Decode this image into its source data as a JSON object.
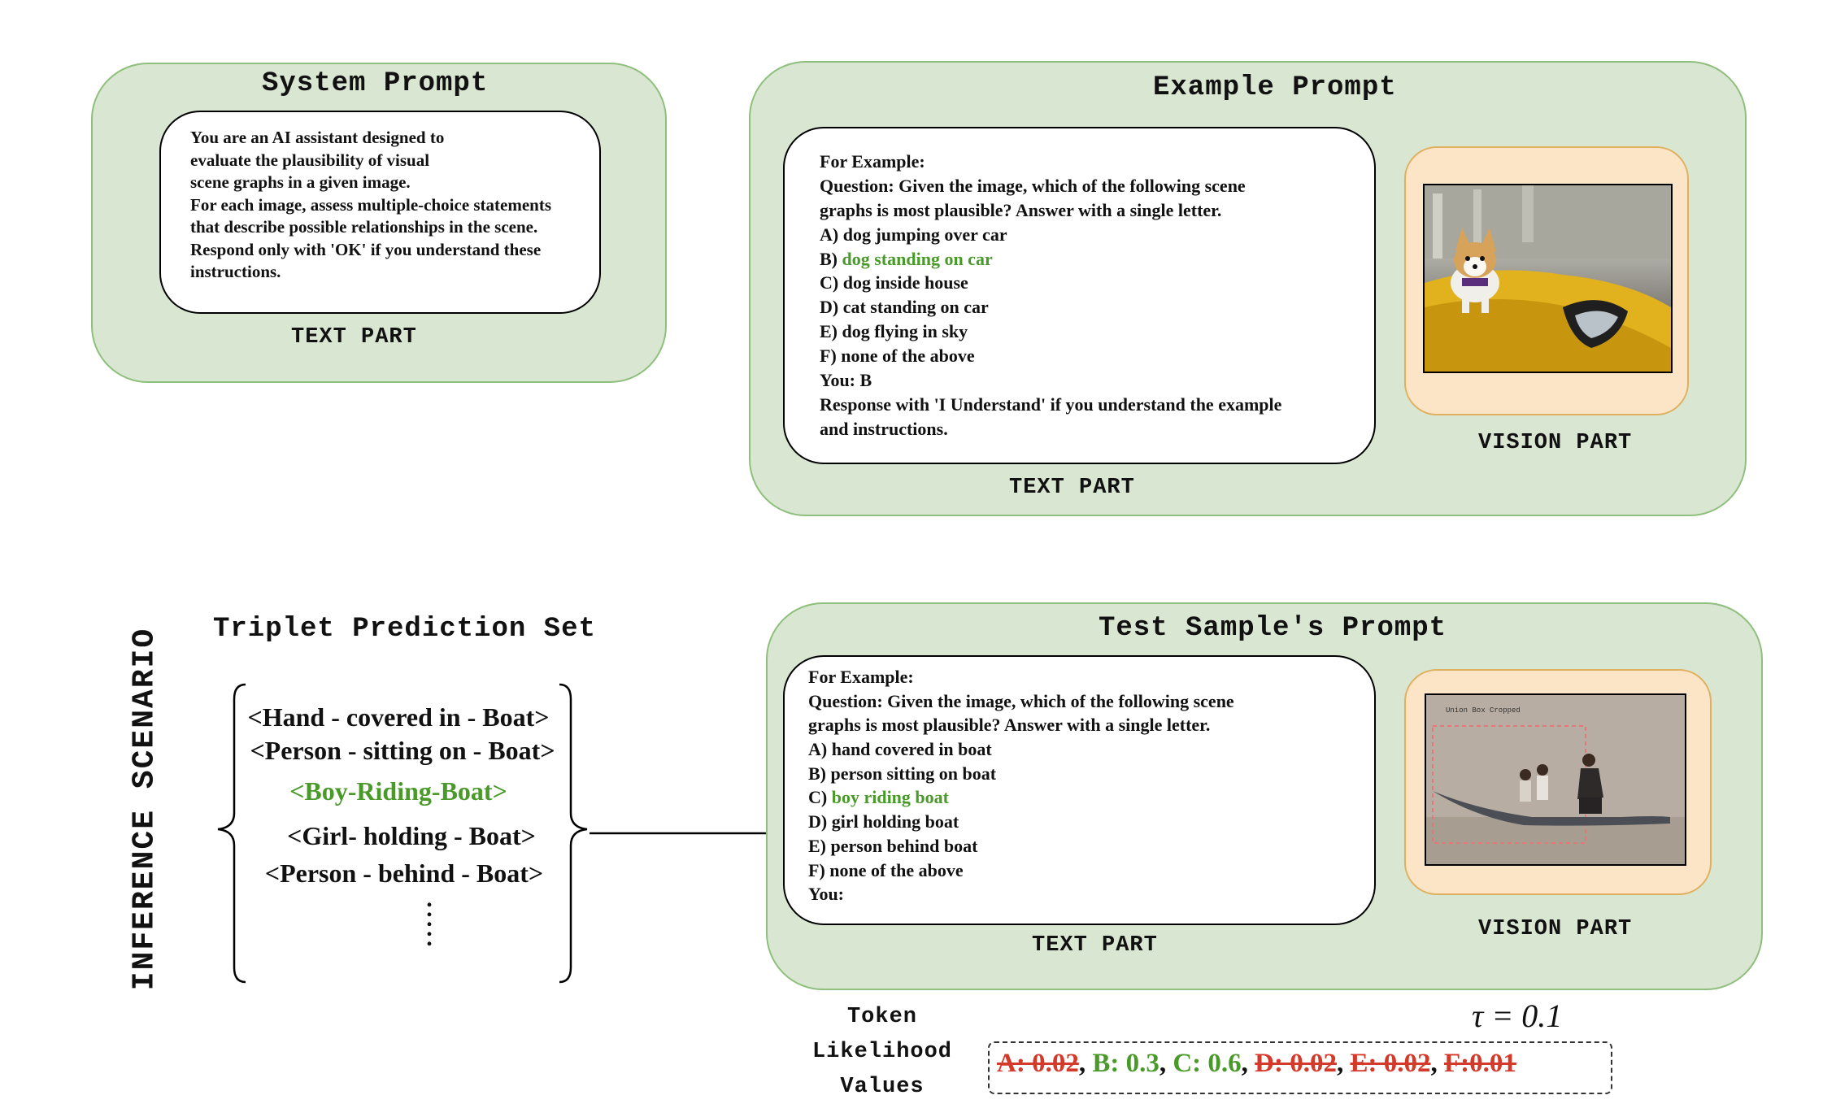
{
  "system_prompt": {
    "title": "System Prompt",
    "lines": [
      "You are an AI assistant designed to",
      "evaluate the plausibility of visual",
      "scene graphs in a given image.",
      "For each image, assess multiple-choice statements",
      "that describe possible relationships in the scene.",
      "Respond only with 'OK' if you understand these",
      "instructions."
    ],
    "text_part_label": "TEXT PART"
  },
  "example_prompt": {
    "title": "Example Prompt",
    "lines": [
      "For Example:",
      "Question: Given the image, which of the following scene",
      "graphs is most plausible? Answer with a single letter.",
      "A) dog jumping over car"
    ],
    "option_b_prefix": "B) ",
    "option_b_text": "dog standing on car",
    "lines_after": [
      "C) dog inside house",
      "D) cat standing on car",
      "E) dog flying in sky",
      "F) none of the above",
      "You: B",
      "Response with 'I Understand' if you understand the example",
      "and instructions."
    ],
    "text_part_label": "TEXT PART",
    "vision_part_label": "VISION PART"
  },
  "inference": {
    "side_label": "INFERENCE SCENARIO",
    "triplet_set_title": "Triplet Prediction Set",
    "triplets": [
      "<Hand - covered in - Boat>",
      "<Person - sitting on - Boat>",
      "<Boy-Riding-Boat>",
      "<Girl- holding - Boat>",
      "<Person - behind - Boat>"
    ],
    "ellipsis": ". . . . ."
  },
  "test_prompt": {
    "title": "Test Sample's Prompt",
    "lines": [
      "For Example:",
      "Question: Given the image, which of the following scene",
      "graphs is most plausible? Answer with a single letter.",
      "A) hand covered in boat",
      "B) person sitting on boat"
    ],
    "option_c_prefix": "C) ",
    "option_c_text": "boy riding boat",
    "lines_after": [
      "D) girl holding boat",
      "E) person behind boat",
      "F) none of the above",
      "You:"
    ],
    "image_caption": "Union Box Cropped",
    "text_part_label": "TEXT PART",
    "vision_part_label": "VISION PART"
  },
  "likelihood": {
    "label_lines": [
      "Token",
      "Likelihood",
      "Values"
    ],
    "tau": "τ = 0.1",
    "values": [
      {
        "text": "A: 0.02",
        "status": "rejected"
      },
      {
        "text": "B: 0.3",
        "status": "accepted"
      },
      {
        "text": "C: 0.6",
        "status": "accepted"
      },
      {
        "text": "D: 0.02",
        "status": "rejected"
      },
      {
        "text": "E: 0.02",
        "status": "rejected"
      },
      {
        "text": "F:0.01",
        "status": "rejected"
      }
    ],
    "separator": ", ",
    "colors": {
      "accepted": "#4a9a2a",
      "rejected": "#d43a2a"
    }
  }
}
